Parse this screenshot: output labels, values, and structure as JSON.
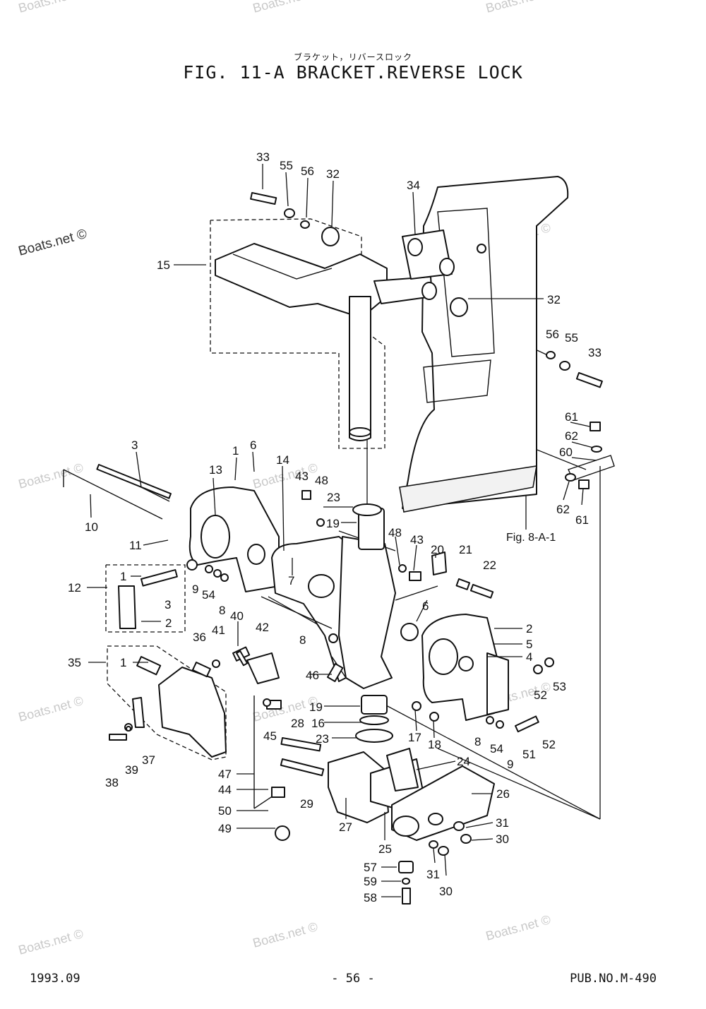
{
  "header": {
    "subtitle_jp": "ブラケット，リバースロック",
    "title": "FIG. 11-A BRACKET.REVERSE LOCK"
  },
  "footer": {
    "date": "1993.09",
    "page": "- 56 -",
    "pub": "PUB.NO.M-490"
  },
  "reference": "Fig. 8-A-1",
  "watermark": "Boats.net ©",
  "parts": [
    {
      "num": "33"
    },
    {
      "num": "55"
    },
    {
      "num": "56"
    },
    {
      "num": "32"
    },
    {
      "num": "34"
    },
    {
      "num": "15"
    },
    {
      "num": "32"
    },
    {
      "num": "56"
    },
    {
      "num": "55"
    },
    {
      "num": "33"
    },
    {
      "num": "61"
    },
    {
      "num": "62"
    },
    {
      "num": "60"
    },
    {
      "num": "62"
    },
    {
      "num": "61"
    },
    {
      "num": "3"
    },
    {
      "num": "1"
    },
    {
      "num": "6"
    },
    {
      "num": "13"
    },
    {
      "num": "14"
    },
    {
      "num": "43"
    },
    {
      "num": "48"
    },
    {
      "num": "23"
    },
    {
      "num": "19"
    },
    {
      "num": "10"
    },
    {
      "num": "11"
    },
    {
      "num": "48"
    },
    {
      "num": "43"
    },
    {
      "num": "20"
    },
    {
      "num": "21"
    },
    {
      "num": "22"
    },
    {
      "num": "12"
    },
    {
      "num": "1"
    },
    {
      "num": "3"
    },
    {
      "num": "2"
    },
    {
      "num": "9"
    },
    {
      "num": "54"
    },
    {
      "num": "8"
    },
    {
      "num": "7"
    },
    {
      "num": "40"
    },
    {
      "num": "6"
    },
    {
      "num": "36"
    },
    {
      "num": "41"
    },
    {
      "num": "42"
    },
    {
      "num": "8"
    },
    {
      "num": "2"
    },
    {
      "num": "5"
    },
    {
      "num": "4"
    },
    {
      "num": "35"
    },
    {
      "num": "1"
    },
    {
      "num": "46"
    },
    {
      "num": "52"
    },
    {
      "num": "53"
    },
    {
      "num": "19"
    },
    {
      "num": "28"
    },
    {
      "num": "16"
    },
    {
      "num": "23"
    },
    {
      "num": "45"
    },
    {
      "num": "17"
    },
    {
      "num": "18"
    },
    {
      "num": "8"
    },
    {
      "num": "54"
    },
    {
      "num": "52"
    },
    {
      "num": "9"
    },
    {
      "num": "51"
    },
    {
      "num": "38"
    },
    {
      "num": "39"
    },
    {
      "num": "37"
    },
    {
      "num": "24"
    },
    {
      "num": "26"
    },
    {
      "num": "47"
    },
    {
      "num": "44"
    },
    {
      "num": "29"
    },
    {
      "num": "50"
    },
    {
      "num": "49"
    },
    {
      "num": "27"
    },
    {
      "num": "25"
    },
    {
      "num": "31"
    },
    {
      "num": "30"
    },
    {
      "num": "57"
    },
    {
      "num": "31"
    },
    {
      "num": "59"
    },
    {
      "num": "30"
    },
    {
      "num": "58"
    }
  ]
}
